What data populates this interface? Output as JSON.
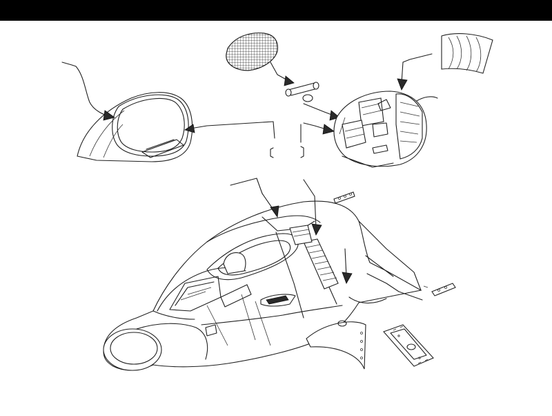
{
  "colors": {
    "frame": "#000000",
    "paper": "#ffffff",
    "line": "#1f1f1f"
  },
  "parts": [
    {
      "name": "canopy",
      "icon": "canopy-icon"
    },
    {
      "name": "mesh-screen",
      "icon": "mesh-screen-icon"
    },
    {
      "name": "curved-panel",
      "icon": "curved-panel-icon"
    },
    {
      "name": "cockpit-tub",
      "icon": "cockpit-tub-icon"
    },
    {
      "name": "fuselage-nose",
      "icon": "fuselage-nose-icon"
    },
    {
      "name": "fairing-panel",
      "icon": "fairing-panel-icon"
    },
    {
      "name": "hatch-plate",
      "icon": "hatch-plate-icon"
    },
    {
      "name": "small-rods",
      "icon": "rod-icon"
    }
  ]
}
